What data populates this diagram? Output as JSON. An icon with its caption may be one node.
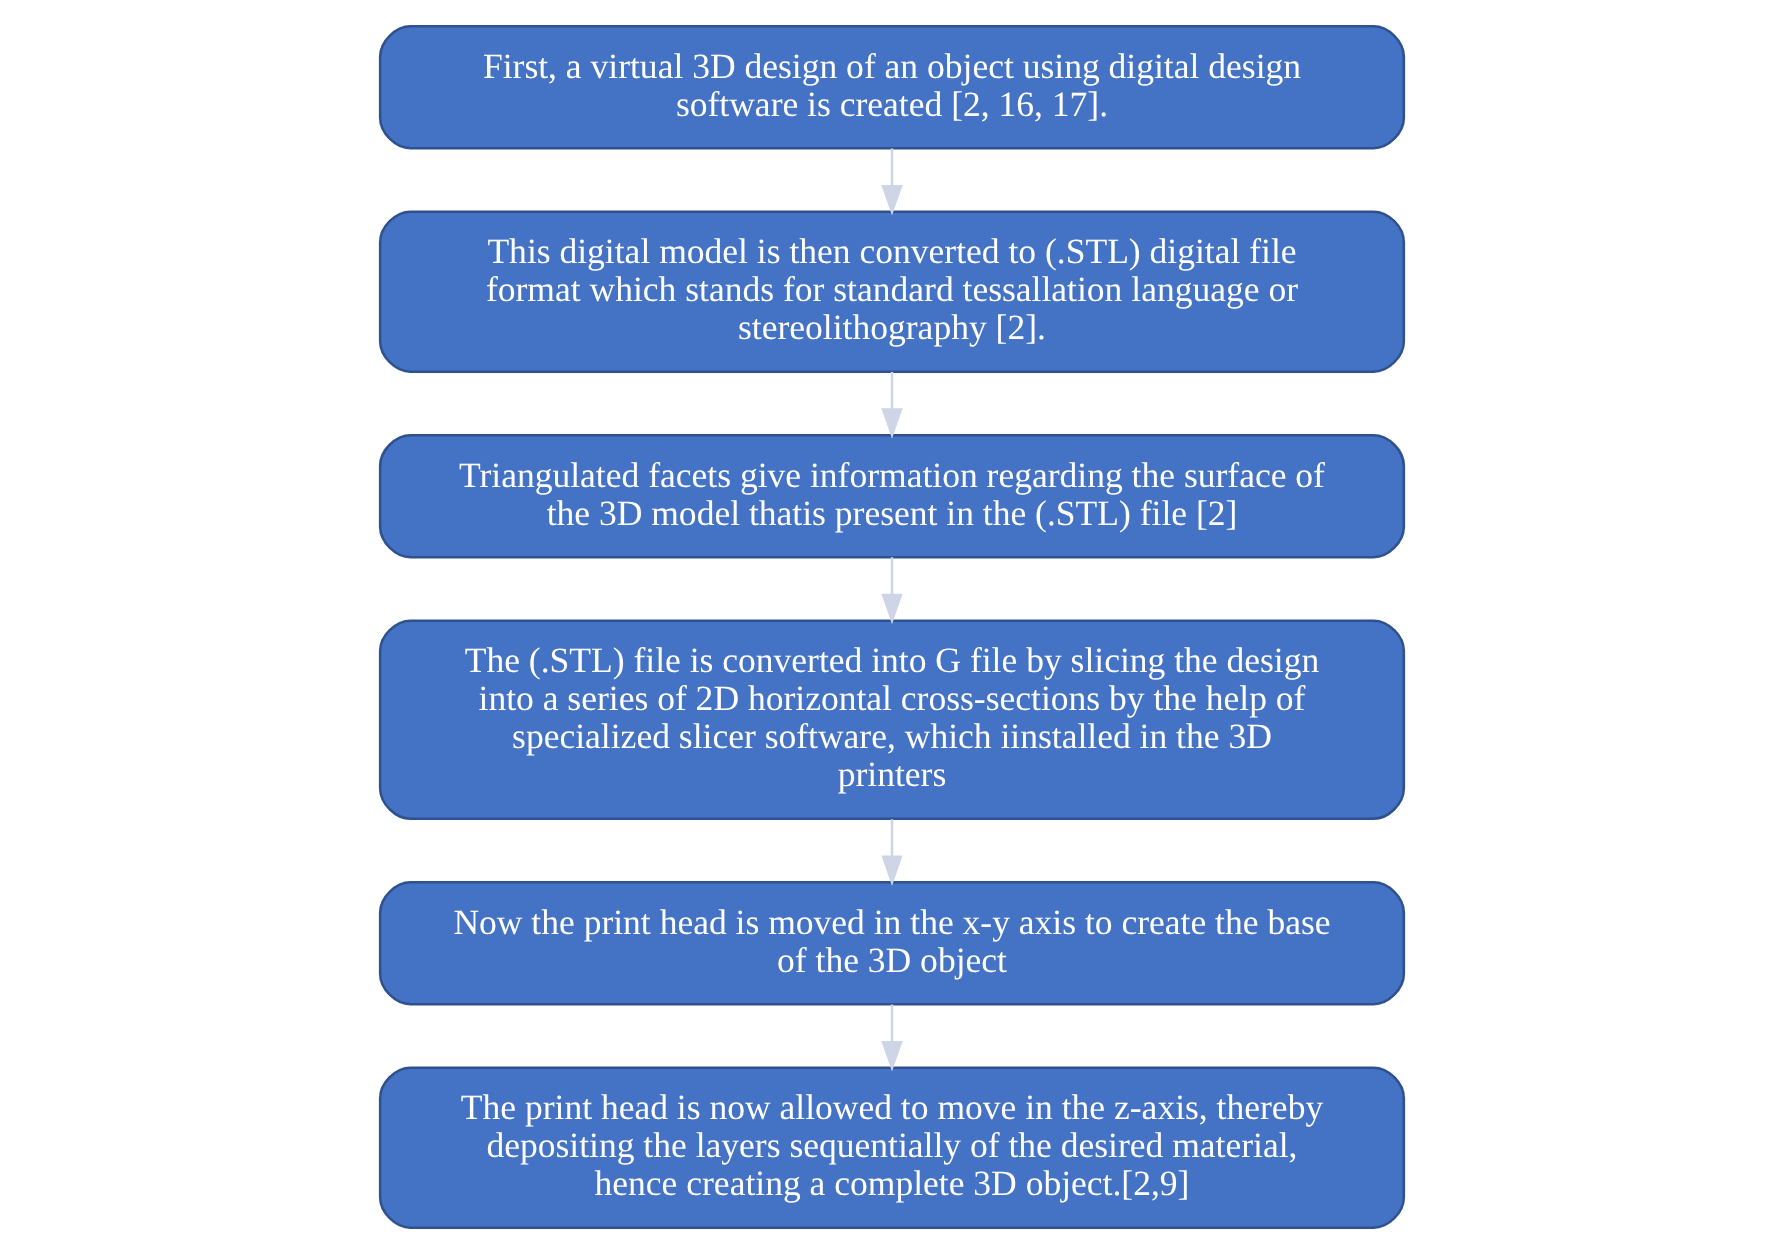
{
  "diagram": {
    "nodes": [
      {
        "text": [
          "First, a virtual 3D design of an object using digital design software is created [2, 16, 17]."
        ]
      },
      {
        "text": [
          "This digital model is then converted to (.STL) digital file format which stands for standard tessallation language or stereolithography [2]."
        ]
      },
      {
        "text": [
          "Triangulated facets give information regarding the surface of the 3D model thatis present in the (.STL) file [2]"
        ]
      },
      {
        "text": [
          "The (.STL) file is converted into G file by slicing the design into a series of 2D horizontal cross-sections by the help of specialized slicer software, which iinstalled in the 3D printers"
        ]
      },
      {
        "text": [
          "Now the print head is moved in the x-y axis to create the base of the 3D object"
        ]
      },
      {
        "text": [
          "The print head is now allowed to move in the z-axis, thereby depositing the layers sequentially of the desired material, hence creating a complete 3D object.[2,9]"
        ]
      }
    ],
    "edges": [
      {
        "from": 0,
        "to": 1,
        "arrow": "to"
      },
      {
        "from": 1,
        "to": 2,
        "arrow": "to"
      },
      {
        "from": 2,
        "to": 3,
        "arrow": "to"
      },
      {
        "from": 3,
        "to": 4,
        "arrow": "to"
      },
      {
        "from": 4,
        "to": 5,
        "arrow": "to"
      }
    ]
  }
}
